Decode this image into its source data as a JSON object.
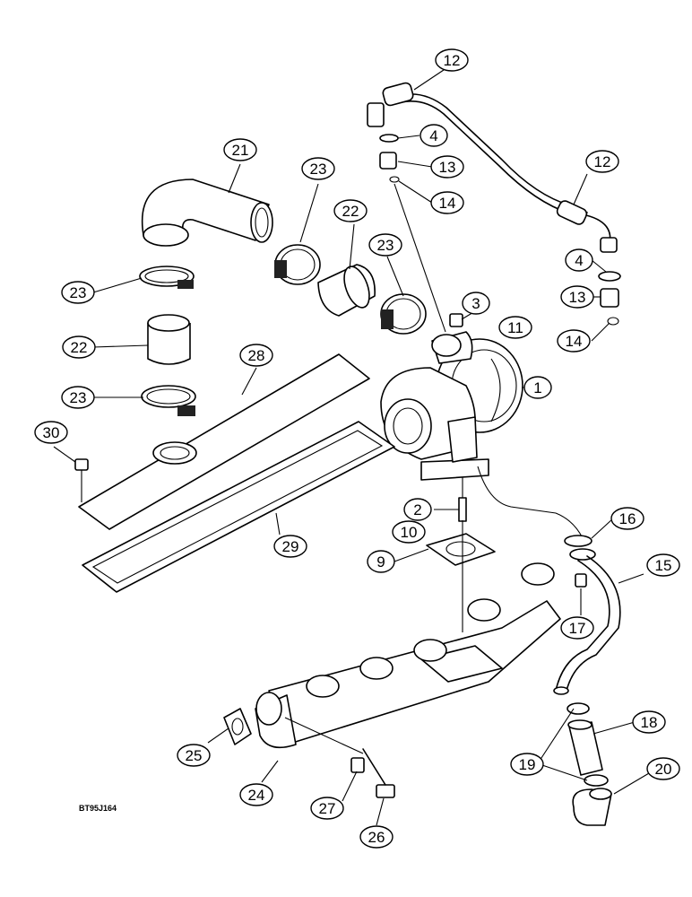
{
  "figure": {
    "reference_code": "BT95J164",
    "callouts": [
      {
        "label": "1"
      },
      {
        "label": "2"
      },
      {
        "label": "3"
      },
      {
        "label": "4"
      },
      {
        "label": "4"
      },
      {
        "label": "9"
      },
      {
        "label": "10"
      },
      {
        "label": "11"
      },
      {
        "label": "12"
      },
      {
        "label": "12"
      },
      {
        "label": "13"
      },
      {
        "label": "13"
      },
      {
        "label": "14"
      },
      {
        "label": "14"
      },
      {
        "label": "15"
      },
      {
        "label": "16"
      },
      {
        "label": "17"
      },
      {
        "label": "18"
      },
      {
        "label": "19"
      },
      {
        "label": "20"
      },
      {
        "label": "21"
      },
      {
        "label": "22"
      },
      {
        "label": "22"
      },
      {
        "label": "23"
      },
      {
        "label": "23"
      },
      {
        "label": "23"
      },
      {
        "label": "23"
      },
      {
        "label": "24"
      },
      {
        "label": "25"
      },
      {
        "label": "26"
      },
      {
        "label": "27"
      },
      {
        "label": "28"
      },
      {
        "label": "29"
      },
      {
        "label": "30"
      }
    ]
  }
}
